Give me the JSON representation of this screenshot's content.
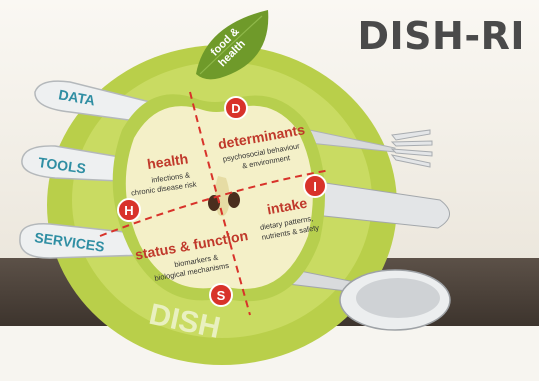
{
  "title": "DISH-RI",
  "leaf_text": [
    "food &",
    "health"
  ],
  "plate_label": "DISH",
  "utensils": [
    {
      "label": "DATA"
    },
    {
      "label": "TOOLS"
    },
    {
      "label": "SERVICES"
    }
  ],
  "quadrants": {
    "health": {
      "badge": "H",
      "heading": "health",
      "lines": [
        "infections &",
        "chronic disease risk"
      ]
    },
    "determinants": {
      "badge": "D",
      "heading": "determinants",
      "lines": [
        "psychosocial behaviour",
        "& environment"
      ]
    },
    "intake": {
      "badge": "I",
      "heading": "intake",
      "lines": [
        "dietary patterns,",
        "nutrients & safety"
      ]
    },
    "status": {
      "badge": "S",
      "heading": "status & function",
      "lines": [
        "biomarkers &",
        "biological mechanisms"
      ]
    }
  },
  "colors": {
    "plate": "#b9cf4a",
    "plate_inner": "#d4e27a",
    "apple_flesh": "#f4f0c8",
    "accent_red": "#d8322a",
    "heading_red": "#c0392b",
    "utensil_text": "#2f8ea3",
    "title_gray": "#4a4a4a",
    "leaf": "#6f9a2a"
  }
}
